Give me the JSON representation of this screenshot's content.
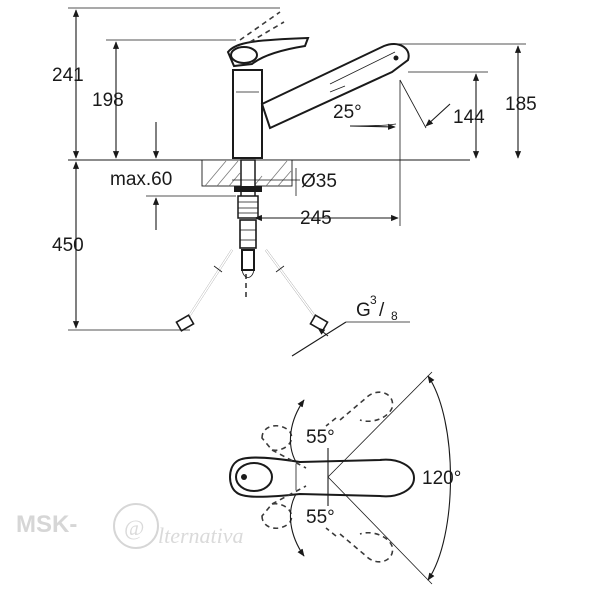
{
  "dimensions": {
    "d241": "241",
    "d198": "198",
    "d185": "185",
    "d144": "144",
    "d25deg": "25°",
    "max60": "max.60",
    "dia35": "Ø35",
    "d245": "245",
    "d450": "450",
    "g38_base": "G",
    "g38_sup": "3",
    "g38_slash": "/",
    "g38_sub": "8"
  },
  "top_view": {
    "angle_upper": "55°",
    "angle_lower": "55°",
    "angle_total": "120°"
  },
  "watermark": {
    "brand": "MSK-",
    "at_symbol": "@",
    "script": "lternativa"
  },
  "colors": {
    "line": "#1a1a1a",
    "watermark": "#cfcfcf",
    "hatch": "#7a7a7a"
  }
}
